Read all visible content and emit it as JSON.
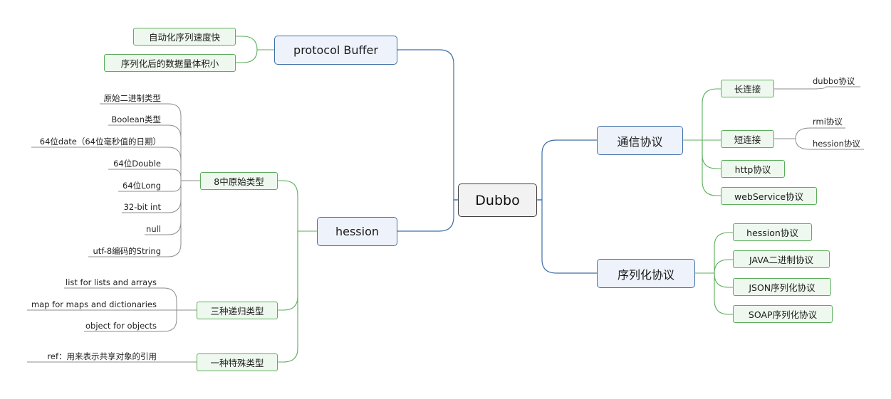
{
  "root": "Dubbo",
  "branches": {
    "protocol_buffer": {
      "label": "protocol Buffer",
      "children": [
        "自动化序列速度快",
        "序列化后的数据量体积小"
      ]
    },
    "hession": {
      "label": "hession",
      "primitive_types": {
        "label": "8中原始类型",
        "items": [
          "原始二进制类型",
          "Boolean类型",
          "64位date（64位毫秒值的日期）",
          "64位Double",
          "64位Long",
          "32-bit int",
          "null",
          "utf-8编码的String"
        ]
      },
      "recursive_types": {
        "label": "三种递归类型",
        "items": [
          "list for lists and arrays",
          "map for maps and dictionaries",
          "object for objects"
        ]
      },
      "special_type": {
        "label": "一种特殊类型",
        "items": [
          "ref：用来表示共享对象的引用"
        ]
      }
    },
    "communication": {
      "label": "通信协议",
      "long_conn": {
        "label": "长连接",
        "items": [
          "dubbo协议"
        ]
      },
      "short_conn": {
        "label": "短连接",
        "items": [
          "rmi协议",
          "hession协议"
        ]
      },
      "http": "http协议",
      "webservice": "webService协议"
    },
    "serialization": {
      "label": "序列化协议",
      "items": [
        "hession协议",
        "JAVA二进制协议",
        "JSON序列化协议",
        "SOAP序列化协议"
      ]
    }
  },
  "colors": {
    "root_border": "#404040",
    "root_fill": "#f2f2f2",
    "level1_border": "#3f6fa6",
    "level1_fill": "#eef3fb",
    "level2_border": "#5cae5c",
    "level2_fill": "#eef8ee",
    "connector_blue": "#3f6fa6",
    "connector_green": "#5cae5c",
    "connector_gray": "#8c8c8c"
  }
}
